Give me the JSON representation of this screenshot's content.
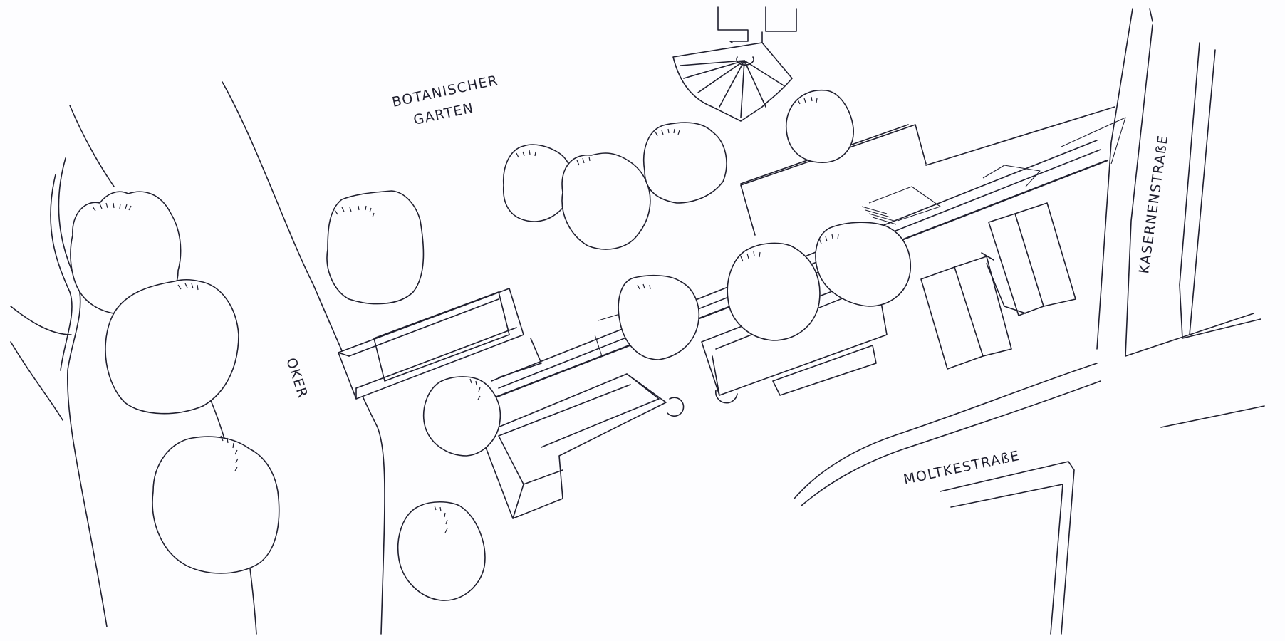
{
  "map": {
    "labels": {
      "botanical_line1": "BOTANISCHER",
      "botanical_line2": "GARTEN",
      "river": "OKER",
      "street_kasernen": "KASERNENSTRAßE",
      "street_moltke": "MOLTKESTRAßE"
    },
    "colors": {
      "paper": "#fdfdff",
      "ink": "#1f1f2e"
    },
    "icons": [
      "tree-canopy-icon",
      "building-footprint",
      "fan-roof-pavilion"
    ]
  }
}
